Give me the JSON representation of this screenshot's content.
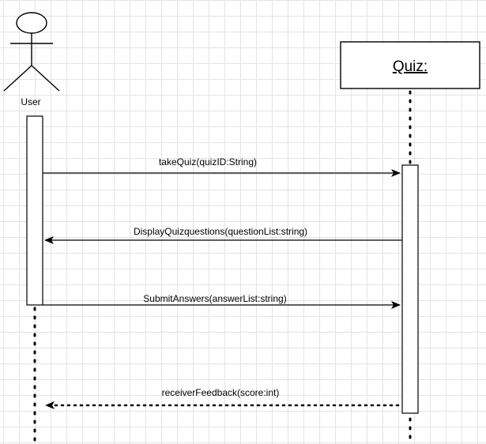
{
  "actor": {
    "name": "User"
  },
  "object": {
    "title": "Quiz:"
  },
  "messages": [
    {
      "label": "takeQuiz(quizID:String)",
      "from": "User",
      "to": "Quiz:",
      "kind": "synchronous"
    },
    {
      "label": "DisplayQuizquestions(questionList:string)",
      "from": "Quiz:",
      "to": "User",
      "kind": "reply"
    },
    {
      "label": "SubmitAnswers(answerList:string)",
      "from": "User",
      "to": "Quiz:",
      "kind": "synchronous"
    },
    {
      "label": "receiverFeedback(score:int)",
      "from": "Quiz:",
      "to": "User",
      "kind": "dashed-return"
    }
  ]
}
